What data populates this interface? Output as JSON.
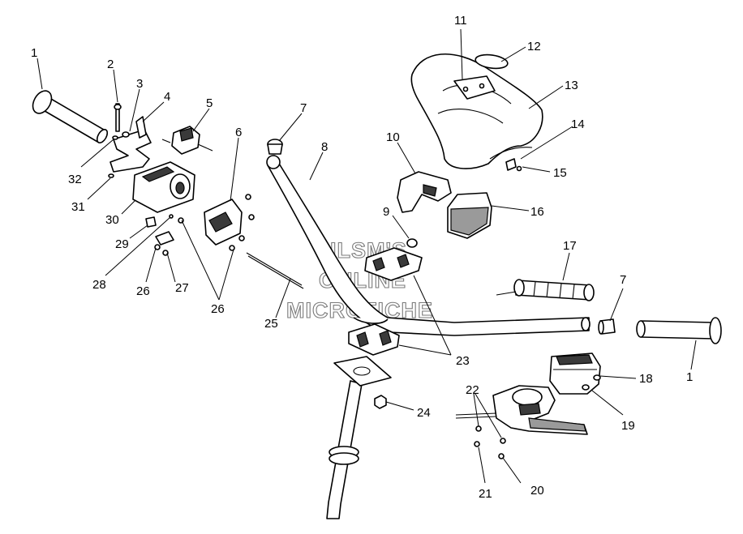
{
  "watermark": [
    "HLSM'S",
    "ONLINE",
    "MICROFICHE"
  ],
  "callouts": {
    "c1a": "1",
    "c2": "2",
    "c3": "3",
    "c4": "4",
    "c5": "5",
    "c6": "6",
    "c7a": "7",
    "c8": "8",
    "c9": "9",
    "c10": "10",
    "c11": "11",
    "c12": "12",
    "c13": "13",
    "c14": "14",
    "c15": "15",
    "c16": "16",
    "c17": "17",
    "c7b": "7",
    "c1b": "1",
    "c18": "18",
    "c19": "19",
    "c20": "20",
    "c21": "21",
    "c22": "22",
    "c23": "23",
    "c24": "24",
    "c25": "25",
    "c26a": "26",
    "c26b": "26",
    "c27": "27",
    "c28": "28",
    "c29": "29",
    "c30": "30",
    "c31": "31",
    "c32": "32"
  }
}
